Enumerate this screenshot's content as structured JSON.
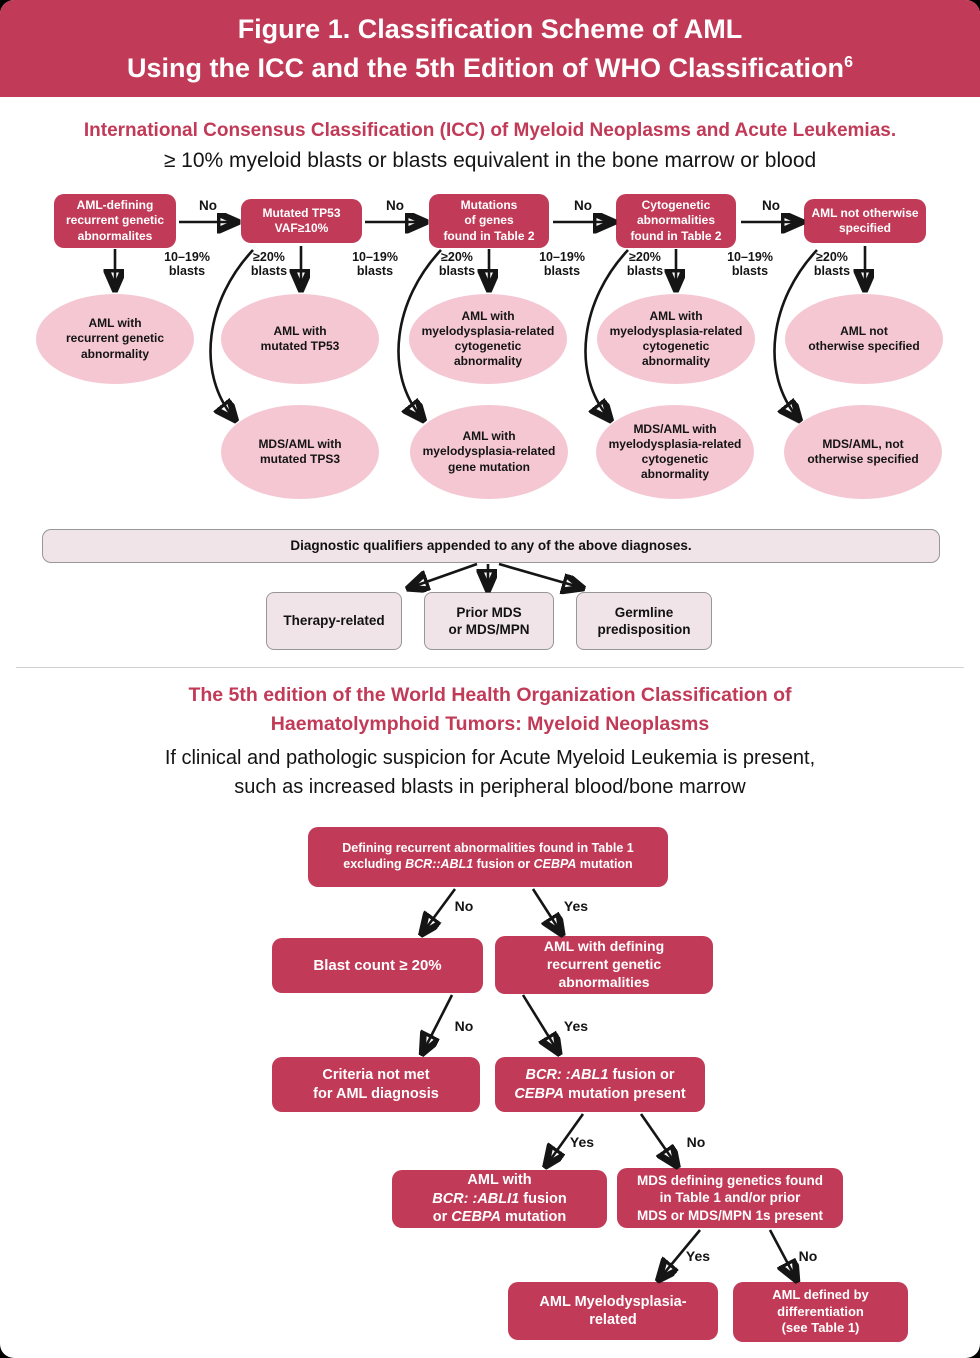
{
  "colors": {
    "crimson": "#c13a57",
    "ellipse_pink": "#f4c7d3",
    "panel_pink": "#f1e4e9",
    "panel_border": "#979797",
    "text_black": "#141414",
    "white": "#ffffff"
  },
  "header": {
    "line1": "Figure 1. Classification Scheme of AML",
    "line2": "Using the ICC and the 5th Edition of WHO Classification",
    "superscript": "6"
  },
  "icc": {
    "heading": "International Consensus Classification (ICC) of Myeloid Neoplasms and Acute Leukemias.",
    "subheading": "≥ 10% myeloid blasts or blasts equivalent in the bone marrow or blood",
    "labels": {
      "no": "No",
      "blasts_low": "10–19%\nblasts",
      "blasts_high": "≥20%\nblasts"
    },
    "decision_boxes": [
      "AML-defining\nrecurrent genetic\nabnormalites",
      "Mutated TP53\nVAF≥10%",
      "Mutations\nof genes\nfound in Table 2",
      "Cytogenetic\nabnormalities\nfound in Table 2",
      "AML not otherwise\nspecified"
    ],
    "outcomes_row1": [
      "AML with\nrecurrent genetic\nabnormality",
      "AML with\nmutated TP53",
      "AML with\nmyelodysplasia-related\ncytogenetic\nabnormality",
      "AML with\nmyelodysplasia-related\ncytogenetic\nabnormality",
      "AML not\notherwise specified"
    ],
    "outcomes_row2": [
      "MDS/AML with\nmutated TPS3",
      "AML with\nmyelodysplasia-related\ngene mutation",
      "MDS/AML with\nmyelodysplasia-related\ncytogenetic\nabnormality",
      "MDS/AML, not\notherwise specified"
    ],
    "qualifier_bar": "Diagnostic qualifiers appended to any of the above diagnoses.",
    "qualifiers": [
      "Therapy-related",
      "Prior MDS\nor MDS/MPN",
      "Germline\npredisposition"
    ]
  },
  "who": {
    "heading": "The 5th edition of the World Health Organization Classification of\nHaematolymphoid Tumors: Myeloid Neoplasms",
    "intro": "If clinical and pathologic suspicion for Acute Myeloid Leukemia is present,\nsuch as increased blasts in peripheral blood/bone marrow",
    "labels": {
      "yes": "Yes",
      "no": "No"
    },
    "nodes": {
      "defining": {
        "line1": "Defining recurrent abnormalities found in Table 1",
        "line2_pre": "excluding ",
        "line2_gene1": "BCR::ABL1",
        "line2_mid": " fusion or ",
        "line2_gene2": "CEBPA",
        "line2_post": " mutation"
      },
      "blast_count": "Blast count ≥ 20%",
      "aml_defining": "AML with defining\nrecurrent genetic\nabnormalities",
      "criteria_not_met": "Criteria not met\nfor AML diagnosis",
      "fusion_present": {
        "gene1": "BCR: :ABL1",
        "line1_post": " fusion or",
        "gene2": "CEBPA",
        "line2_post": " mutation present"
      },
      "aml_fusion": {
        "line1": "AML with",
        "gene1": "BCR: :ABLI1",
        "line2_post": " fusion",
        "line3_pre": "or ",
        "gene2": "CEBPA",
        "line3_post": " mutation"
      },
      "mds_genetics": "MDS defining genetics found\nin Table 1 and/or prior\nMDS or MDS/MPN 1s present",
      "aml_mds": "AML Myelodysplasia-\nrelated",
      "aml_differentiation": "AML defined by\ndifferentiation\n(see Table 1)"
    }
  }
}
